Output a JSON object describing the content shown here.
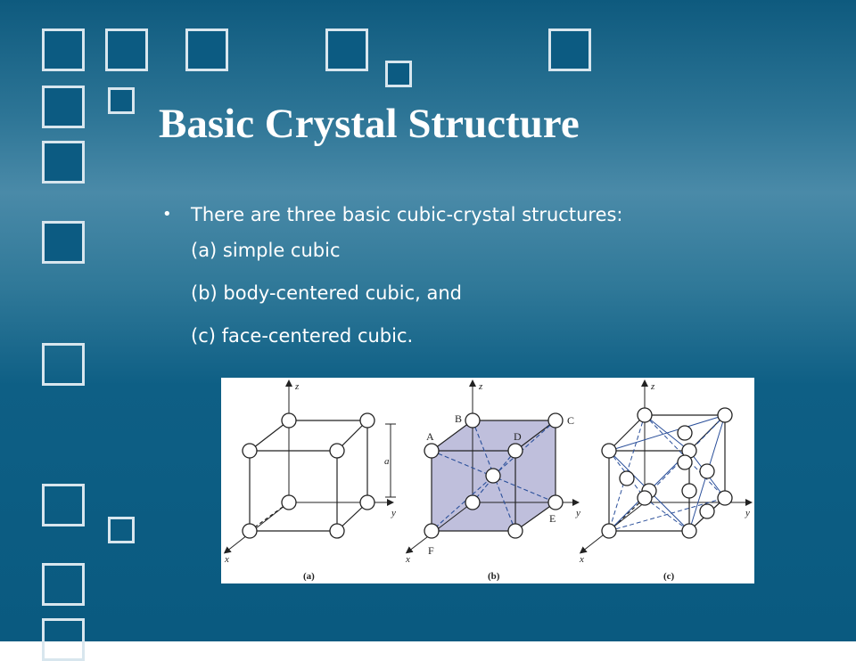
{
  "slide": {
    "title": "Basic Crystal Structure",
    "bullet": "There are three basic cubic-crystal structures:",
    "items": [
      "(a) simple cubic",
      "(b) body-centered cubic, and",
      "(c) face-centered cubic."
    ]
  },
  "figure": {
    "panel_labels": [
      "(a)",
      "(b)",
      "(c)"
    ],
    "axis_labels": {
      "x": "x",
      "y": "y",
      "z": "z"
    },
    "dimension_label": "a",
    "vertex_labels": {
      "A": "A",
      "B": "B",
      "C": "C",
      "D": "D",
      "E": "E",
      "F": "F"
    }
  },
  "colors": {
    "background": "#1a6a90",
    "text": "#ffffff",
    "plane": "#b4b4d6",
    "blue_line": "#2a4f9a"
  }
}
